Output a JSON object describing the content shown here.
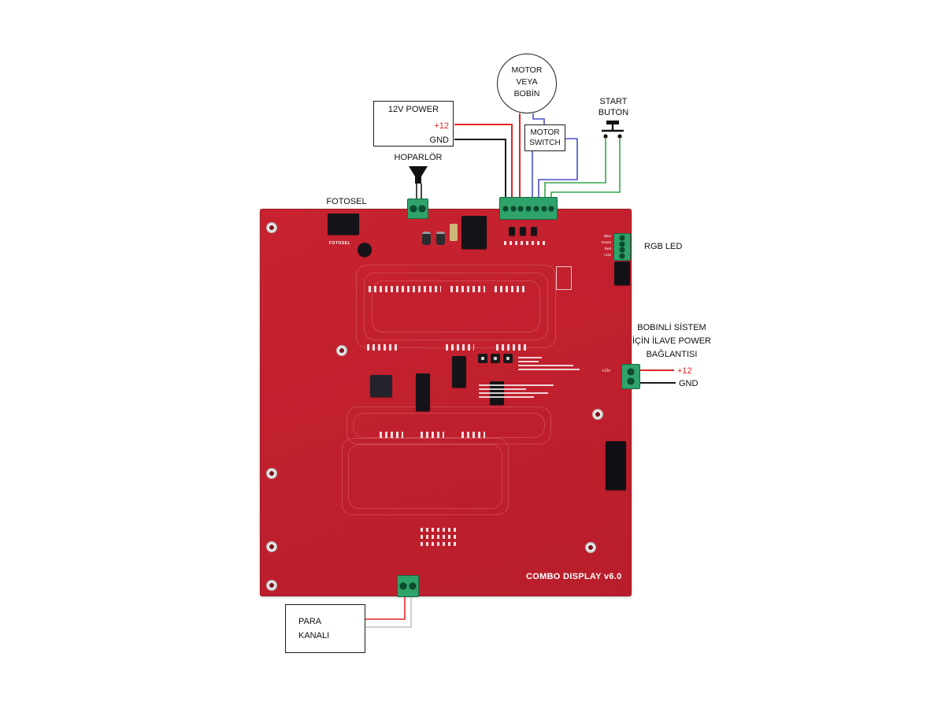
{
  "board": {
    "version_label": "COMBO DISPLAY v6.0",
    "fotosel_silkscreen": "FOTOSEL",
    "rgb_pin_labels": [
      "Blue",
      "Green",
      "Red",
      "+12v"
    ],
    "aux_power_silkscreen": "+12v"
  },
  "labels": {
    "power_box_title": "12V POWER",
    "power_plus": "+12",
    "power_gnd": "GND",
    "speaker": "HOPARLÖR",
    "fotosel": "FOTOSEL",
    "motor_line1": "MOTOR",
    "motor_line2": "VEYA",
    "motor_line3": "BOBİN",
    "switch_line1": "MOTOR",
    "switch_line2": "SWITCH",
    "start_line1": "START",
    "start_line2": "BUTON",
    "rgb_led": "RGB LED",
    "aux_line1": "BOBINLİ SİSTEM",
    "aux_line2": "İÇİN İLAVE POWER",
    "aux_line3": "BAĞLANTISI",
    "aux_plus": "+12",
    "aux_gnd": "GND",
    "coin_line1": "PARA",
    "coin_line2": "KANALI"
  },
  "colors": {
    "board_red": "#c4202e",
    "wire_red": "#e02425",
    "wire_black": "#1a1a1a",
    "wire_blue": "#4a50c8",
    "wire_green": "#35a84a",
    "wire_gray": "#c3c3c3",
    "terminal_green": "#2fa36a",
    "symbol_black": "#111111"
  }
}
